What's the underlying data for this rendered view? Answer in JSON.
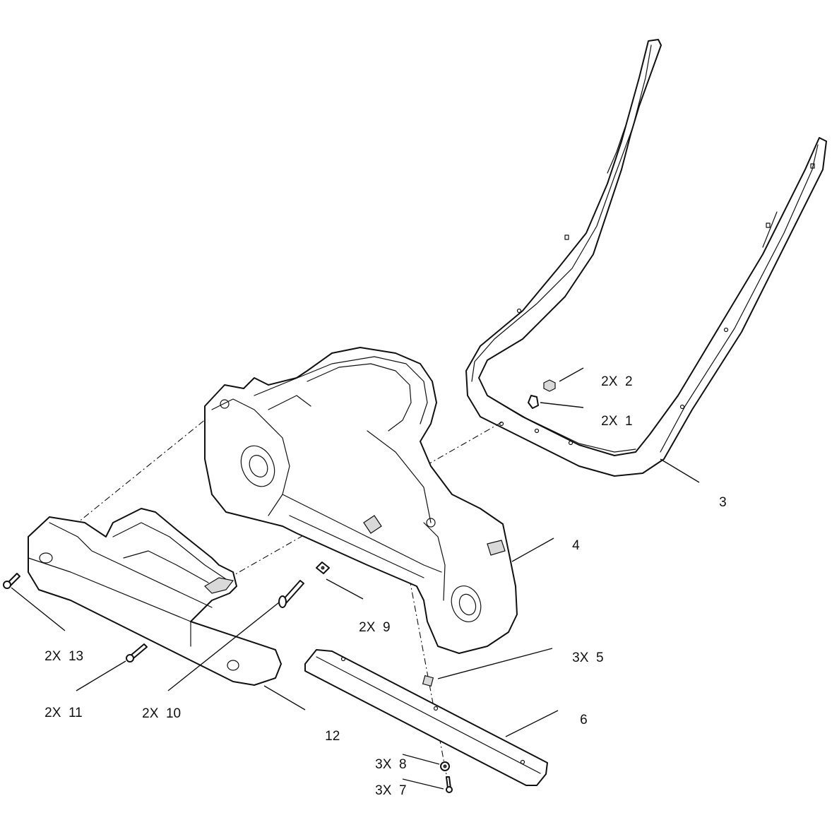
{
  "callouts": [
    {
      "id": "c2",
      "qty": "2X",
      "num": "2"
    },
    {
      "id": "c1",
      "qty": "2X",
      "num": "1"
    },
    {
      "id": "c3",
      "qty": "",
      "num": "3"
    },
    {
      "id": "c4",
      "qty": "",
      "num": "4"
    },
    {
      "id": "c9",
      "qty": "2X",
      "num": "9"
    },
    {
      "id": "c13",
      "qty": "2X",
      "num": "13"
    },
    {
      "id": "c5",
      "qty": "3X",
      "num": "5"
    },
    {
      "id": "c11",
      "qty": "2X",
      "num": "11"
    },
    {
      "id": "c10",
      "qty": "2X",
      "num": "10"
    },
    {
      "id": "c6",
      "qty": "",
      "num": "6"
    },
    {
      "id": "c12",
      "qty": "",
      "num": "12"
    },
    {
      "id": "c8",
      "qty": "3X",
      "num": "8"
    },
    {
      "id": "c7",
      "qty": "3X",
      "num": "7"
    }
  ]
}
